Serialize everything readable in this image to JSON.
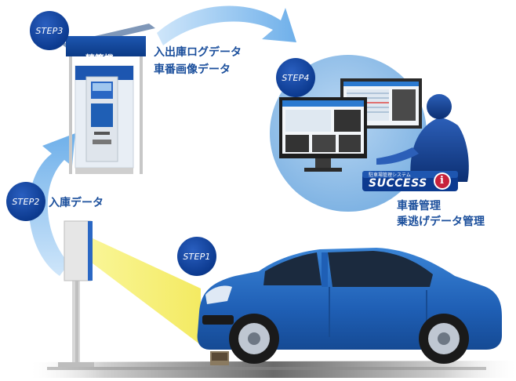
{
  "steps": {
    "step1": "STEP1",
    "step2": "STEP2",
    "step3": "STEP3",
    "step4": "STEP4"
  },
  "labels": {
    "machine": "精算機",
    "entry_data": "入庫データ",
    "log_line1": "入出庫ログデータ",
    "log_line2": "車番画像データ",
    "mgmt_line1": "車番管理",
    "mgmt_line2": "乗逃げデータ管理"
  },
  "brand": {
    "subtitle": "駐車場管理システム",
    "name": "SUCCESS",
    "mark": "i"
  },
  "colors": {
    "car_blue": "#1f5fb5",
    "step_navy": "#0c3a8f",
    "label_blue": "#1b4f9c",
    "arrow_light": "#7fb9ec",
    "beam_yellow": "#f7f07a"
  }
}
